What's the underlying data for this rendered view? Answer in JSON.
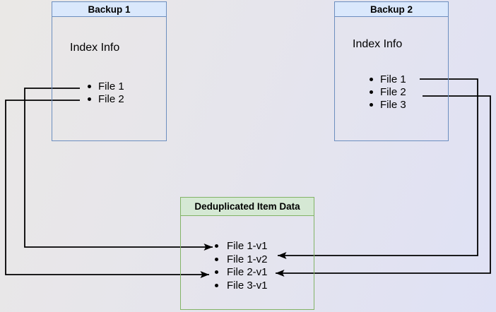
{
  "diagram": {
    "backup1": {
      "title": "Backup 1",
      "subtitle": "Index Info",
      "items": [
        "File 1",
        "File 2"
      ]
    },
    "backup2": {
      "title": "Backup 2",
      "subtitle": "Index Info",
      "items": [
        "File 1",
        "File 2",
        "File 3"
      ]
    },
    "dedup": {
      "title": "Deduplicated Item Data",
      "items": [
        "File 1-v1",
        "File 1-v2",
        "File 2-v1",
        "File 3-v1"
      ]
    },
    "edges": [
      {
        "from": "Backup 1 / File 1",
        "to": "Deduplicated Item Data / File 1-v1"
      },
      {
        "from": "Backup 1 / File 2",
        "to": "Deduplicated Item Data / File 2-v1"
      },
      {
        "from": "Backup 2 / File 1",
        "to": "Deduplicated Item Data / File 1-v2"
      },
      {
        "from": "Backup 2 / File 2",
        "to": "Deduplicated Item Data / File 2-v1"
      }
    ],
    "colors": {
      "blue_border": "#6c8ebf",
      "blue_header_fill": "#dae8fc",
      "green_border": "#82b366",
      "green_header_fill": "#d5e8d4",
      "arrow": "#000000",
      "background_top_left": "#eae8e6",
      "background_bottom_right": "#dfe1f5"
    }
  }
}
